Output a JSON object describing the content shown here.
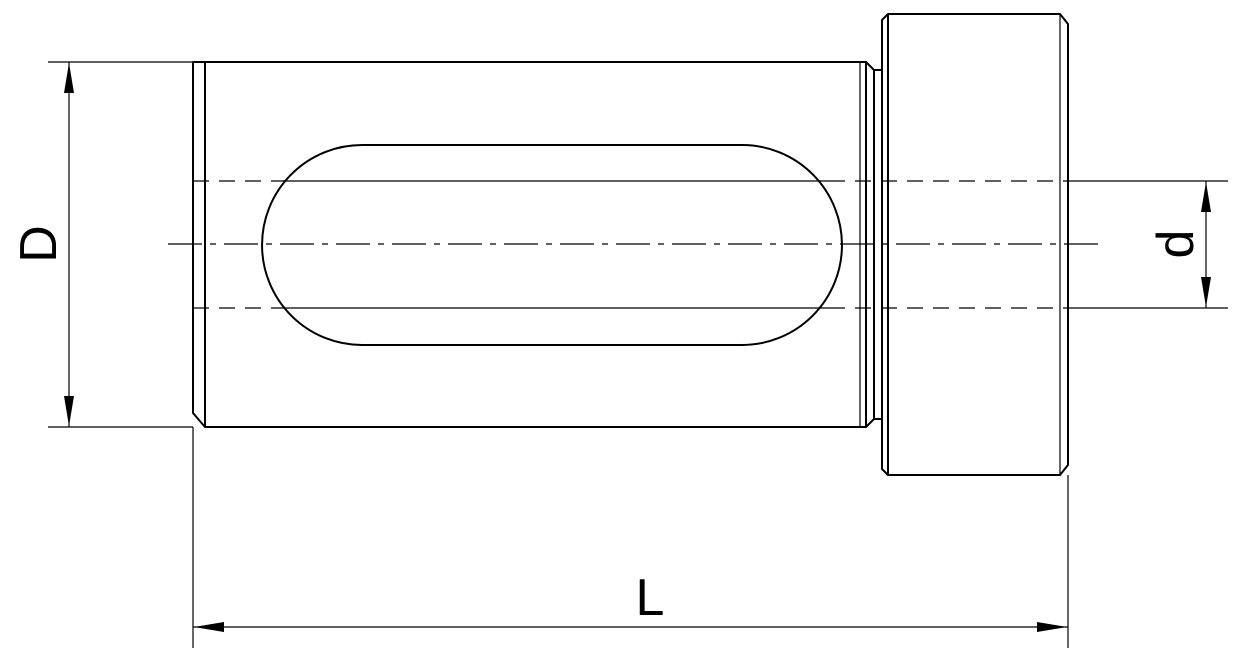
{
  "dimensions": {
    "outer_diameter_label": "D",
    "bore_diameter_label": "d",
    "length_label": "L"
  }
}
